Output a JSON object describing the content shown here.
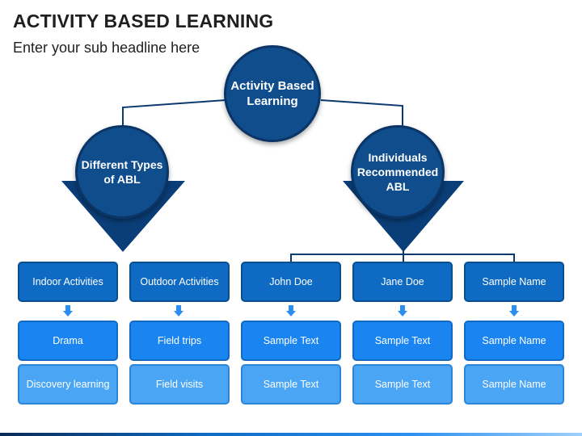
{
  "slide": {
    "title": "ACTIVITY BASED LEARNING",
    "subtitle": "Enter your sub headline here"
  },
  "hub": {
    "main": "Activity Based Learning",
    "left": "Different Types of ABL",
    "right": "Individuals Recommended ABL"
  },
  "columns": [
    {
      "header": "Indoor Activities",
      "item1": "Drama",
      "item2": "Discovery learning"
    },
    {
      "header": "Outdoor Activities",
      "item1": "Field trips",
      "item2": "Field visits"
    },
    {
      "header": "John Doe",
      "item1": "Sample Text",
      "item2": "Sample Text"
    },
    {
      "header": "Jane Doe",
      "item1": "Sample Text",
      "item2": "Sample Text"
    },
    {
      "header": "Sample Name",
      "item1": "Sample Name",
      "item2": "Sample Name"
    }
  ],
  "colors": {
    "circle": "#0f4d8c",
    "header_box": "#0e6ac2",
    "row1_box": "#1a85f0",
    "row2_box": "#4aa5f5",
    "arrow": "#2a8ff0",
    "connector": "#0b3a6e"
  },
  "icons": [
    "down-arrow-icon"
  ]
}
